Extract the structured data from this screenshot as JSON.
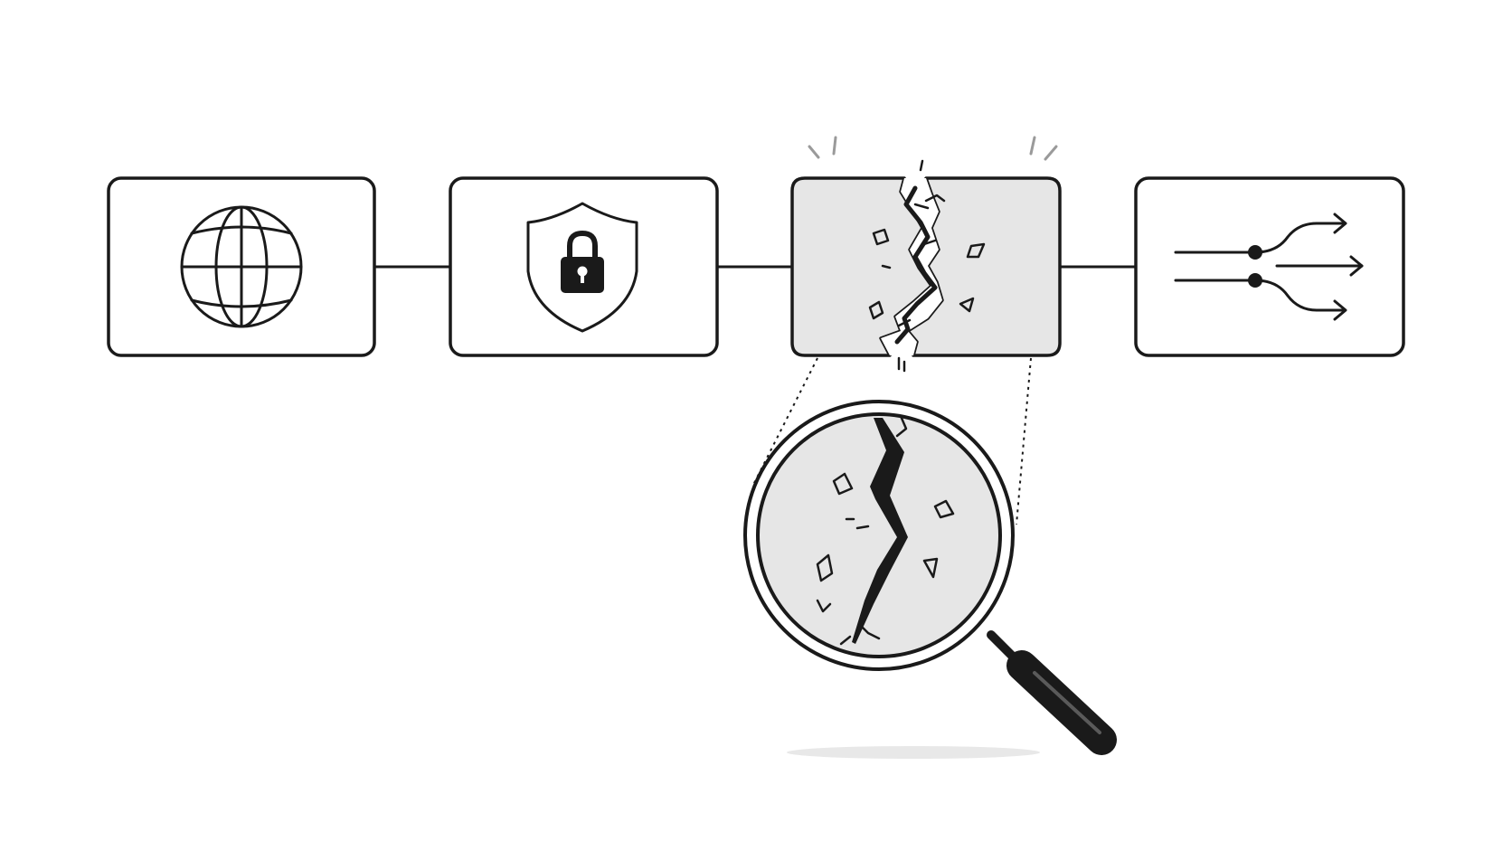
{
  "diagram": {
    "title": "",
    "stages": [
      {
        "id": "internet",
        "icon": "globe-icon"
      },
      {
        "id": "security",
        "icon": "shield-lock-icon"
      },
      {
        "id": "broken-stage",
        "icon": "cracked-block-icon"
      },
      {
        "id": "routing",
        "icon": "split-arrows-icon"
      }
    ],
    "inspector": {
      "icon": "magnifying-glass-icon"
    },
    "colors": {
      "stroke": "#1a1a1a",
      "panel_fill": "#ffffff",
      "cracked_fill": "#e6e6e6",
      "shadow": "#e8e8e8",
      "spark": "#9a9a9a"
    }
  }
}
